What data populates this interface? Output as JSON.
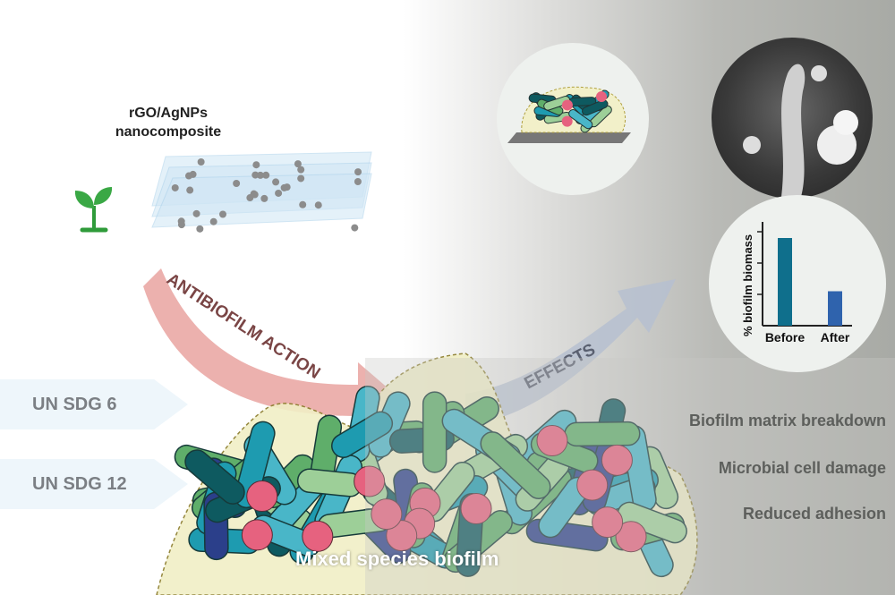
{
  "material": {
    "title_line1": "rGO/AgNPs",
    "title_line2": "nanocomposite"
  },
  "arrows": {
    "action": "ANTIBIOFILM ACTION",
    "effects": "EFFECTS"
  },
  "sdgs": [
    "UN SDG 6",
    "UN SDG 12"
  ],
  "effects_list": [
    "Biofilm matrix  breakdown",
    "Microbial cell damage",
    "Reduced adhesion"
  ],
  "biofilm_caption": "Mixed species biofilm",
  "colors": {
    "action_arrow": "#e9a3a0",
    "effects_arrow": "#b6bfd0",
    "before_bar": "#0f6f8c",
    "after_bar": "#2f63ad"
  },
  "chart_data": {
    "type": "bar",
    "categories": [
      "Before",
      "After"
    ],
    "values": [
      2.8,
      1.1
    ],
    "ylabel": "% biofilm biomass",
    "xlabel": "",
    "ylim": [
      0,
      3
    ],
    "title": ""
  }
}
